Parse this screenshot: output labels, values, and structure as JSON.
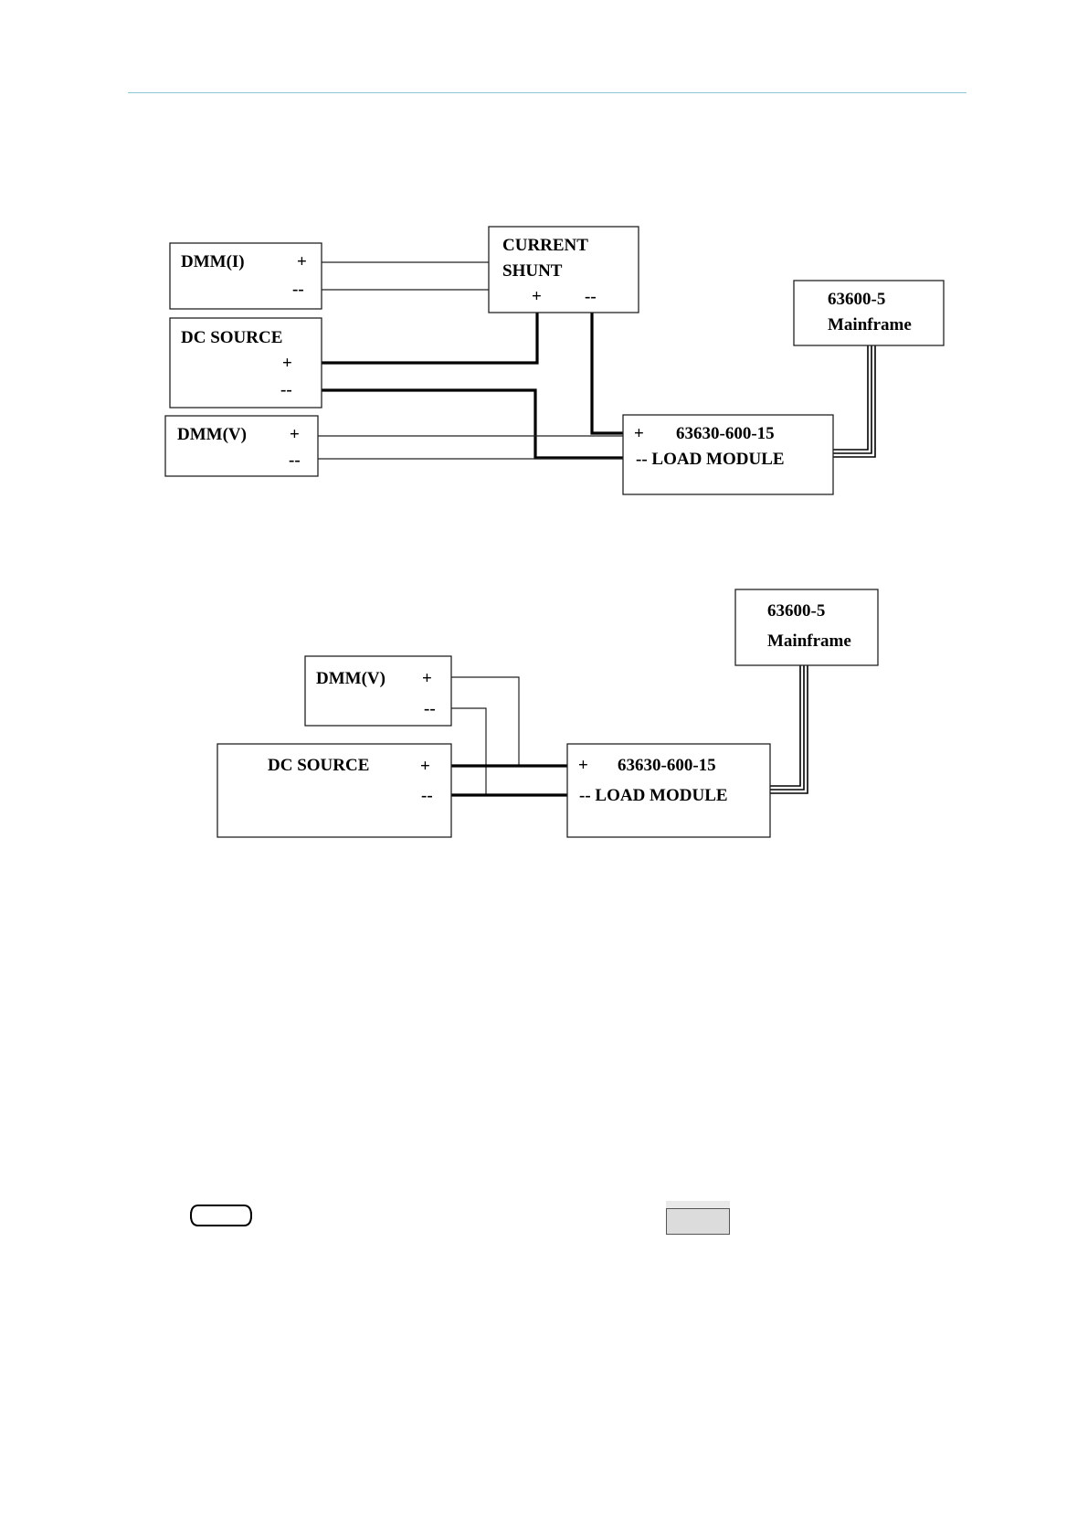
{
  "diagram1": {
    "dmm_i": {
      "name": "DMM(I)",
      "plus": "+",
      "minus": "--"
    },
    "dc_source": {
      "name": "DC SOURCE",
      "plus": "+",
      "minus": "--"
    },
    "dmm_v": {
      "name": "DMM(V)",
      "plus": "+",
      "minus": "--"
    },
    "shunt": {
      "line1": "CURRENT",
      "line2": "SHUNT",
      "plus": "+",
      "minus": "--"
    },
    "mainframe": {
      "line1": "63600-5",
      "line2": "Mainframe"
    },
    "load": {
      "plus": "+",
      "model": "63630-600-15",
      "minus_label": "-- LOAD MODULE"
    }
  },
  "diagram2": {
    "dmm_v": {
      "name": "DMM(V)",
      "plus": "+",
      "minus": "--"
    },
    "dc_source": {
      "name": "DC SOURCE",
      "plus": "+",
      "minus": "--"
    },
    "mainframe": {
      "line1": "63600-5",
      "line2": "Mainframe"
    },
    "load": {
      "plus": "+",
      "model": "63630-600-15",
      "minus_label": "-- LOAD MODULE"
    }
  },
  "colors": {
    "rule": "#8fc7d6",
    "key_face": "#dcdcdc"
  },
  "icons": {
    "pill": "rounded-key-icon",
    "key": "softkey-icon"
  }
}
